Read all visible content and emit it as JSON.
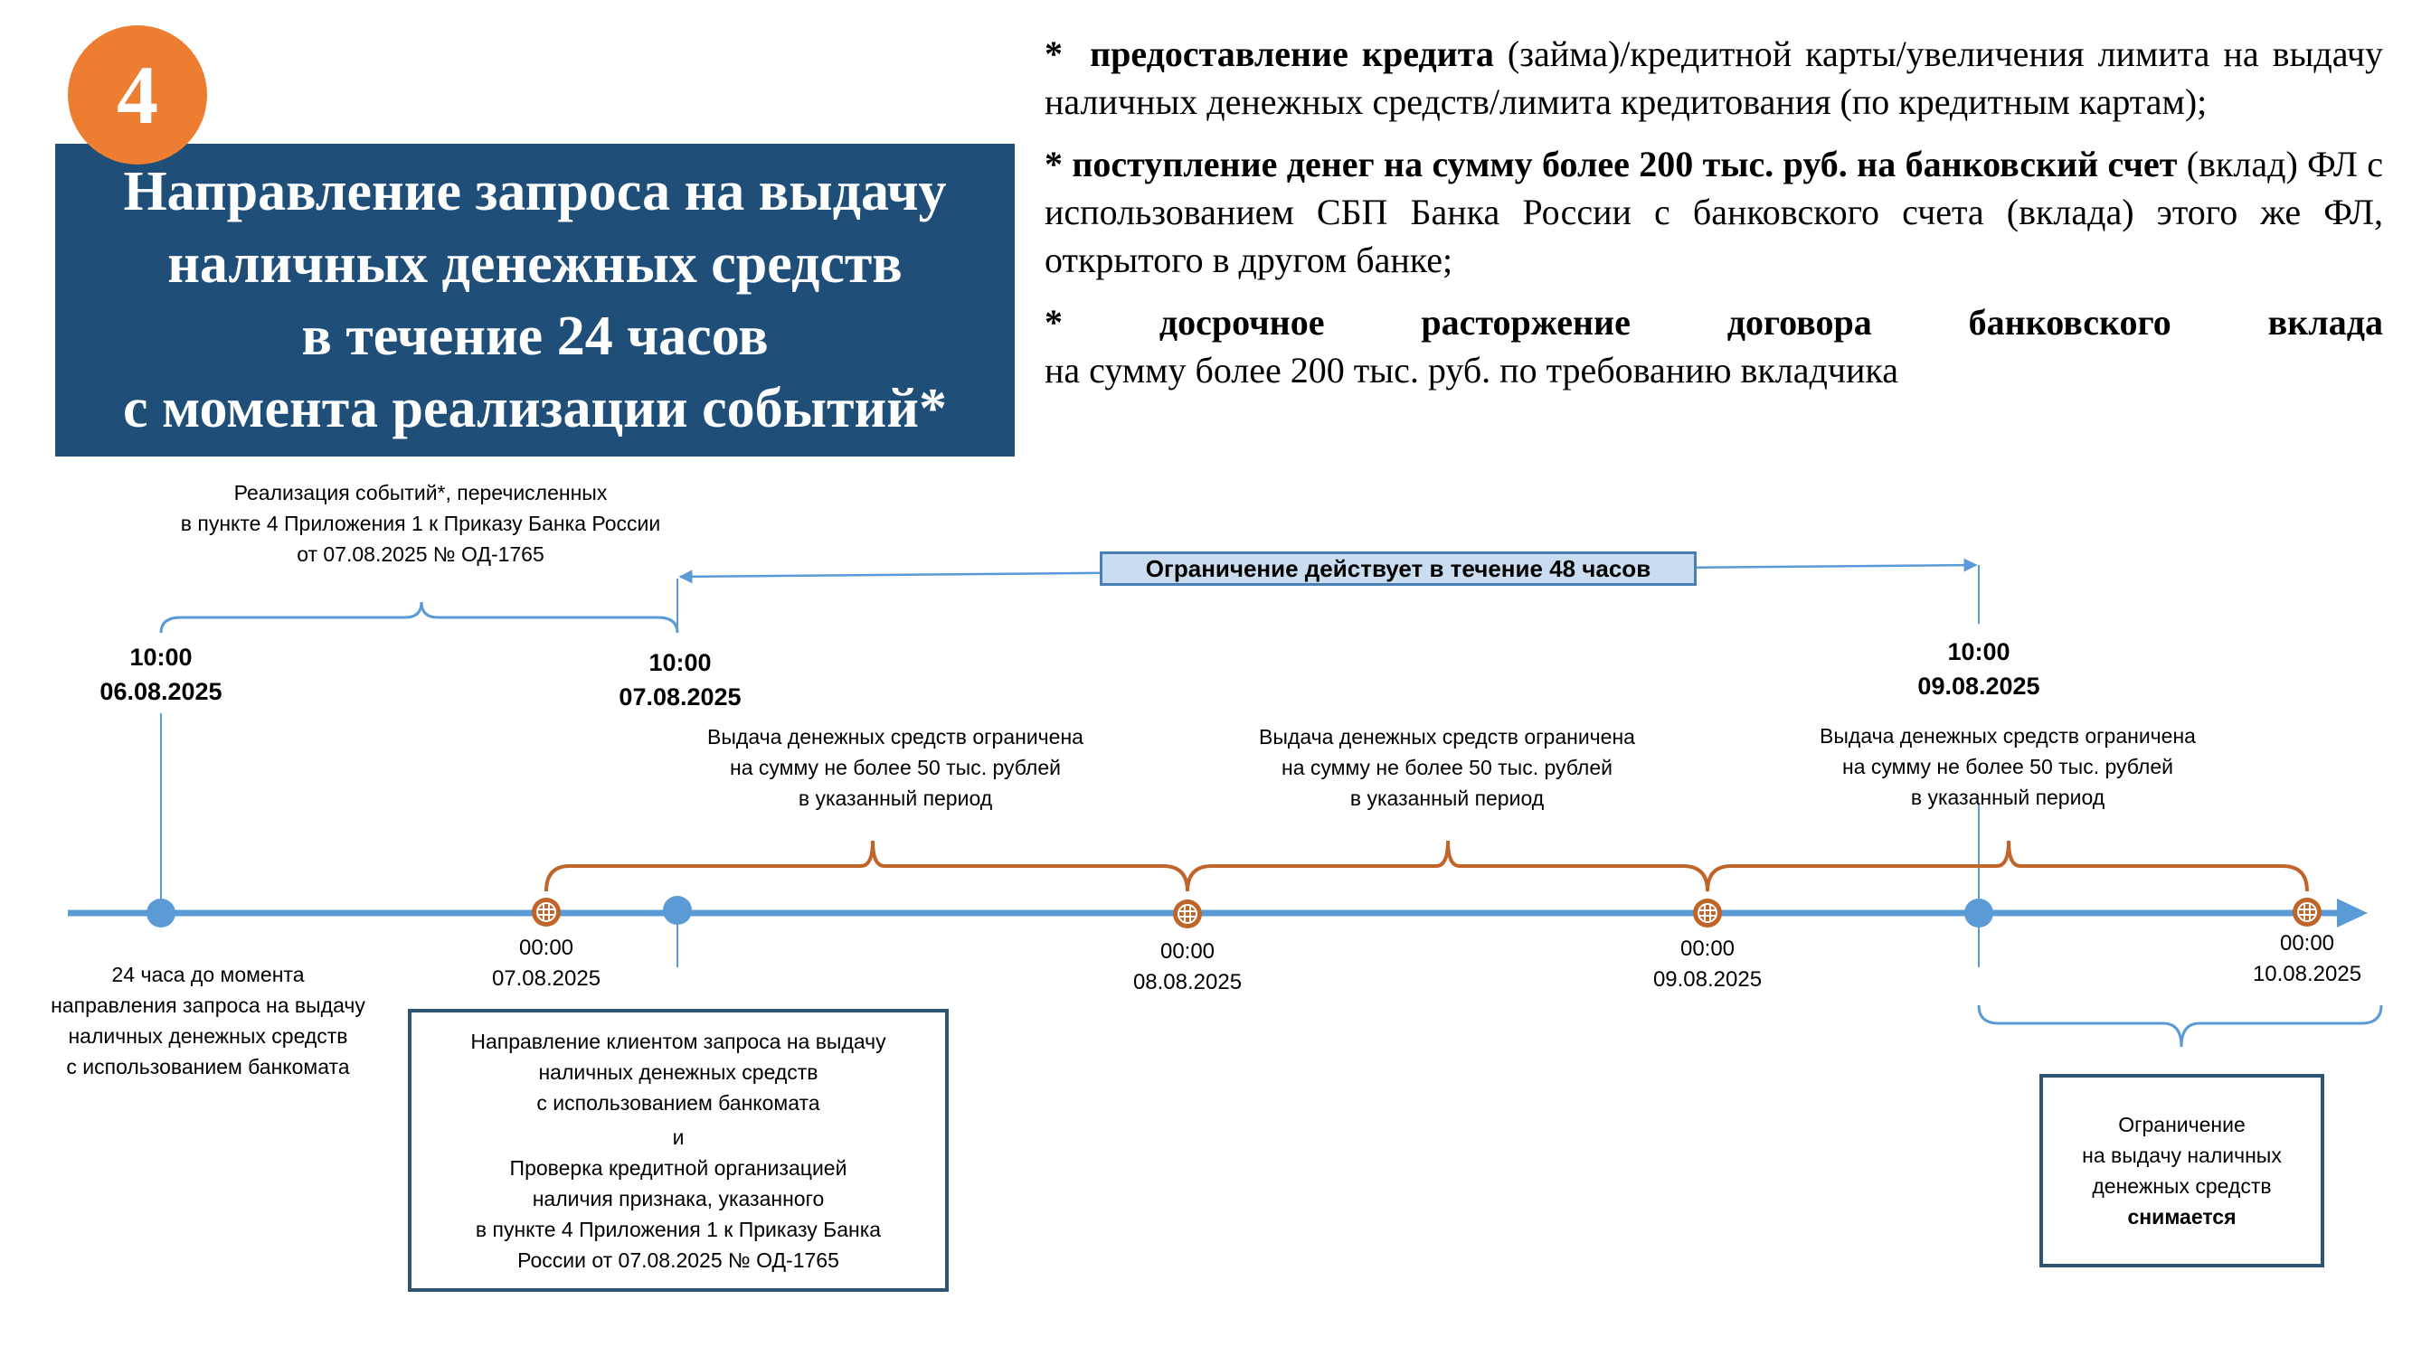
{
  "badge": "4",
  "title_lines": [
    "Направление запроса на выдачу",
    "наличных денежных средств",
    "в течение 24 часов",
    "с момента реализации событий*"
  ],
  "events": {
    "e1_star": "*",
    "e1_bold": "предоставление кредита",
    "e1_rest": "(займа)/кредитной карты/увеличения лимита на выдачу наличных денежных средств/лимита кредитования (по кредитным картам);",
    "e2_bold": "* поступление денег на сумму более 200 тыс. руб. на банковский счет",
    "e2_rest": "(вклад) ФЛ с использованием СБП Банка России с банковского счета (вклада) этого же ФЛ, открытого в другом банке;",
    "e3_words": [
      "*",
      "досрочное",
      "расторжение",
      "договора",
      "банковского",
      "вклада"
    ],
    "e3_rest": "на сумму более 200 тыс. руб. по требованию вкладчика"
  },
  "events_realization": [
    "Реализация событий*, перечисленных",
    "в пункте 4 Приложения 1 к Приказу Банка России",
    "от 07.08.2025 № ОД-1765"
  ],
  "limit_label": "Ограничение действует в течение 48 часов",
  "time_points": [
    {
      "time": "10:00",
      "date": "06.08.2025"
    },
    {
      "time": "10:00",
      "date": "07.08.2025"
    },
    {
      "time": "10:00",
      "date": "09.08.2025"
    }
  ],
  "limit_note": [
    "Выдача денежных средств ограничена",
    "на сумму не более 50 тыс. рублей",
    "в указанный период"
  ],
  "midnights": [
    {
      "time": "00:00",
      "date": "07.08.2025"
    },
    {
      "time": "00:00",
      "date": "08.08.2025"
    },
    {
      "time": "00:00",
      "date": "09.08.2025"
    },
    {
      "time": "00:00",
      "date": "10.08.2025"
    }
  ],
  "before_note": [
    "24 часа до момента",
    "направления запроса на выдачу",
    "наличных денежных средств",
    "с использованием банкомата"
  ],
  "request_box": {
    "part1": [
      "Направление клиентом запроса на выдачу",
      "наличных денежных средств",
      "с использованием банкомата"
    ],
    "and": "и",
    "part2": [
      "Проверка кредитной организацией",
      "наличия признака, указанного",
      "в пункте 4 Приложения 1 к Приказу Банка",
      "России от 07.08.2025 № ОД-1765"
    ]
  },
  "lifted_box": {
    "lines": [
      "Ограничение",
      "на выдачу наличных",
      "денежных средств"
    ],
    "bold": "снимается"
  },
  "colors": {
    "title_bg": "#1f4e79",
    "badge": "#ed7d31",
    "timeline": "#5b9bd5",
    "brace_orange": "#c0652a",
    "brace_blue": "#5b9bd5",
    "box_border": "#2f5373",
    "limit_bar_bg": "#c9dcf0"
  }
}
